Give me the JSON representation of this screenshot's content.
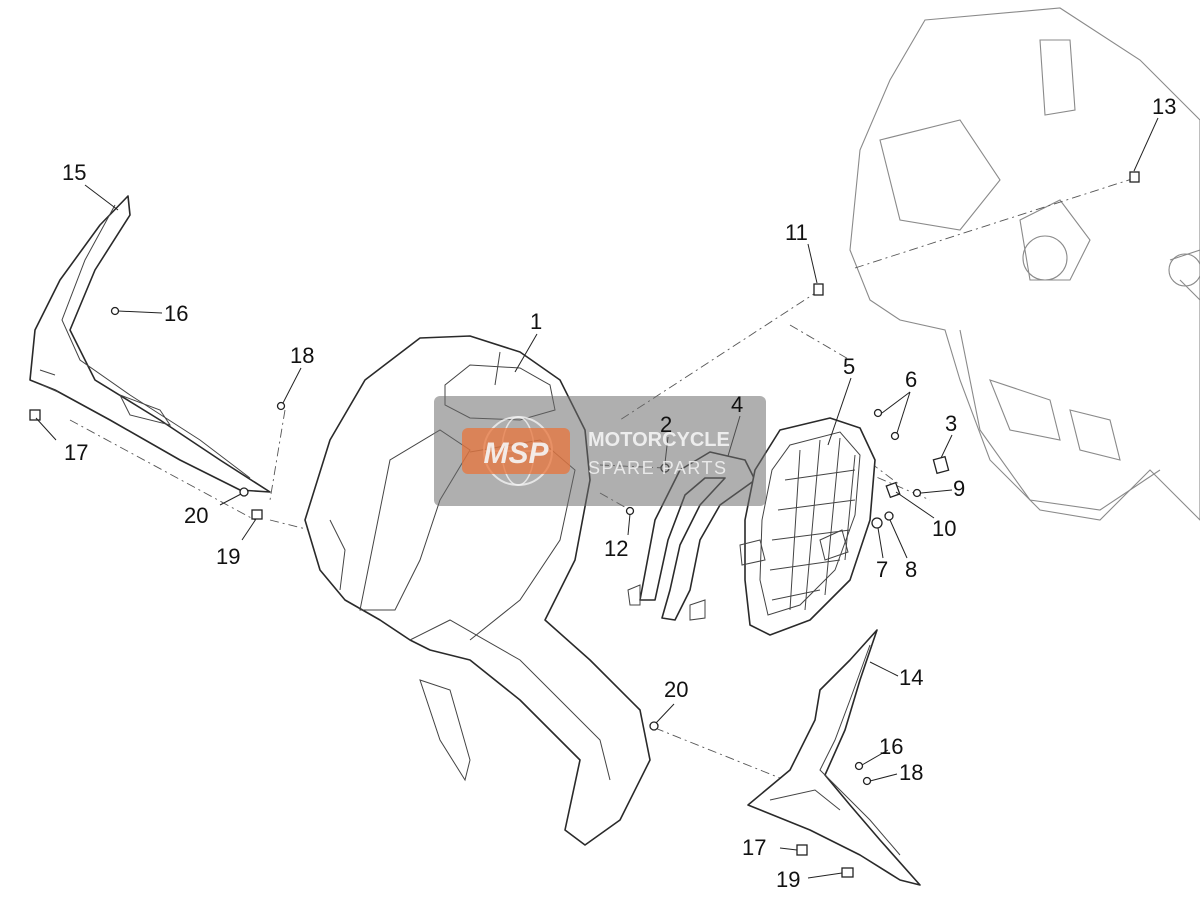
{
  "callouts": [
    {
      "id": "1",
      "label": "1"
    },
    {
      "id": "2",
      "label": "2"
    },
    {
      "id": "3",
      "label": "3"
    },
    {
      "id": "4",
      "label": "4"
    },
    {
      "id": "5",
      "label": "5"
    },
    {
      "id": "6",
      "label": "6"
    },
    {
      "id": "7",
      "label": "7"
    },
    {
      "id": "8",
      "label": "8"
    },
    {
      "id": "9",
      "label": "9"
    },
    {
      "id": "10",
      "label": "10"
    },
    {
      "id": "11",
      "label": "11"
    },
    {
      "id": "12",
      "label": "12"
    },
    {
      "id": "13",
      "label": "13"
    },
    {
      "id": "14",
      "label": "14"
    },
    {
      "id": "15",
      "label": "15"
    },
    {
      "id": "16a",
      "label": "16"
    },
    {
      "id": "16b",
      "label": "16"
    },
    {
      "id": "17a",
      "label": "17"
    },
    {
      "id": "17b",
      "label": "17"
    },
    {
      "id": "18a",
      "label": "18"
    },
    {
      "id": "18b",
      "label": "18"
    },
    {
      "id": "19a",
      "label": "19"
    },
    {
      "id": "19b",
      "label": "19"
    },
    {
      "id": "20a",
      "label": "20"
    },
    {
      "id": "20b",
      "label": "20"
    }
  ],
  "watermark": {
    "logo": "MSP",
    "line1": "MOTORCYCLE",
    "line2": "SPARE PARTS",
    "logo_color": "#e8743b",
    "panel_color": "#6e6e6e"
  }
}
